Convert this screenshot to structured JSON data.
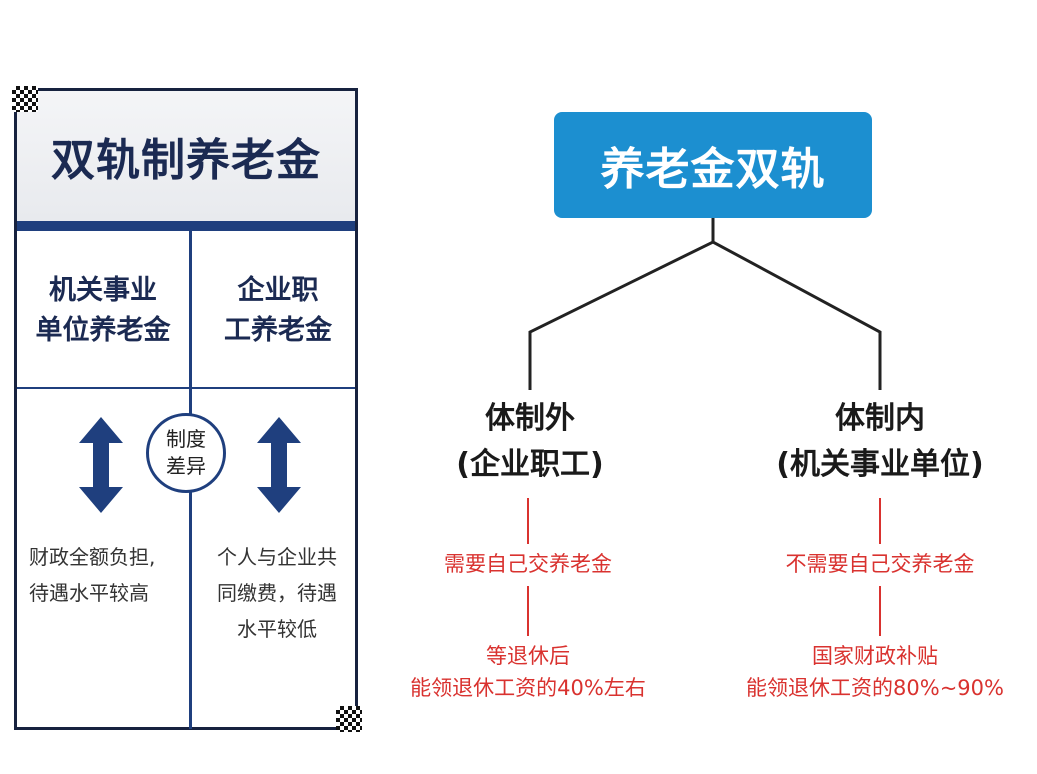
{
  "left_card": {
    "title": "双轨制养老金",
    "left_header_line1": "机关事业",
    "left_header_line2": "单位养老金",
    "right_header_line1": "企业职",
    "right_header_line2": "工养老金",
    "center_line1": "制度",
    "center_line2": "差异",
    "left_desc_line1": "财政全额负担,",
    "left_desc_line2": "待遇水平较高",
    "right_desc_line1": "个人与企业共",
    "right_desc_line2": "同缴费，待遇",
    "right_desc_line3": "水平较低"
  },
  "tree": {
    "root": "养老金双轨",
    "left_branch_line1": "体制外",
    "left_branch_line2": "(企业职工)",
    "right_branch_line1": "体制内",
    "right_branch_line2": "(机关事业单位)",
    "left_note1": "需要自己交养老金",
    "right_note1": "不需要自己交养老金",
    "left_note2_line1": "等退休后",
    "left_note2_line2": "能领退休工资的40%左右",
    "right_note2_line1": "国家财政补贴",
    "right_note2_line2": "能领退休工资的80%~90%"
  },
  "colors": {
    "navy": "#1b2a52",
    "rule_blue": "#1f3f7e",
    "root_blue": "#1c8fd0",
    "note_red": "#d9322f"
  }
}
